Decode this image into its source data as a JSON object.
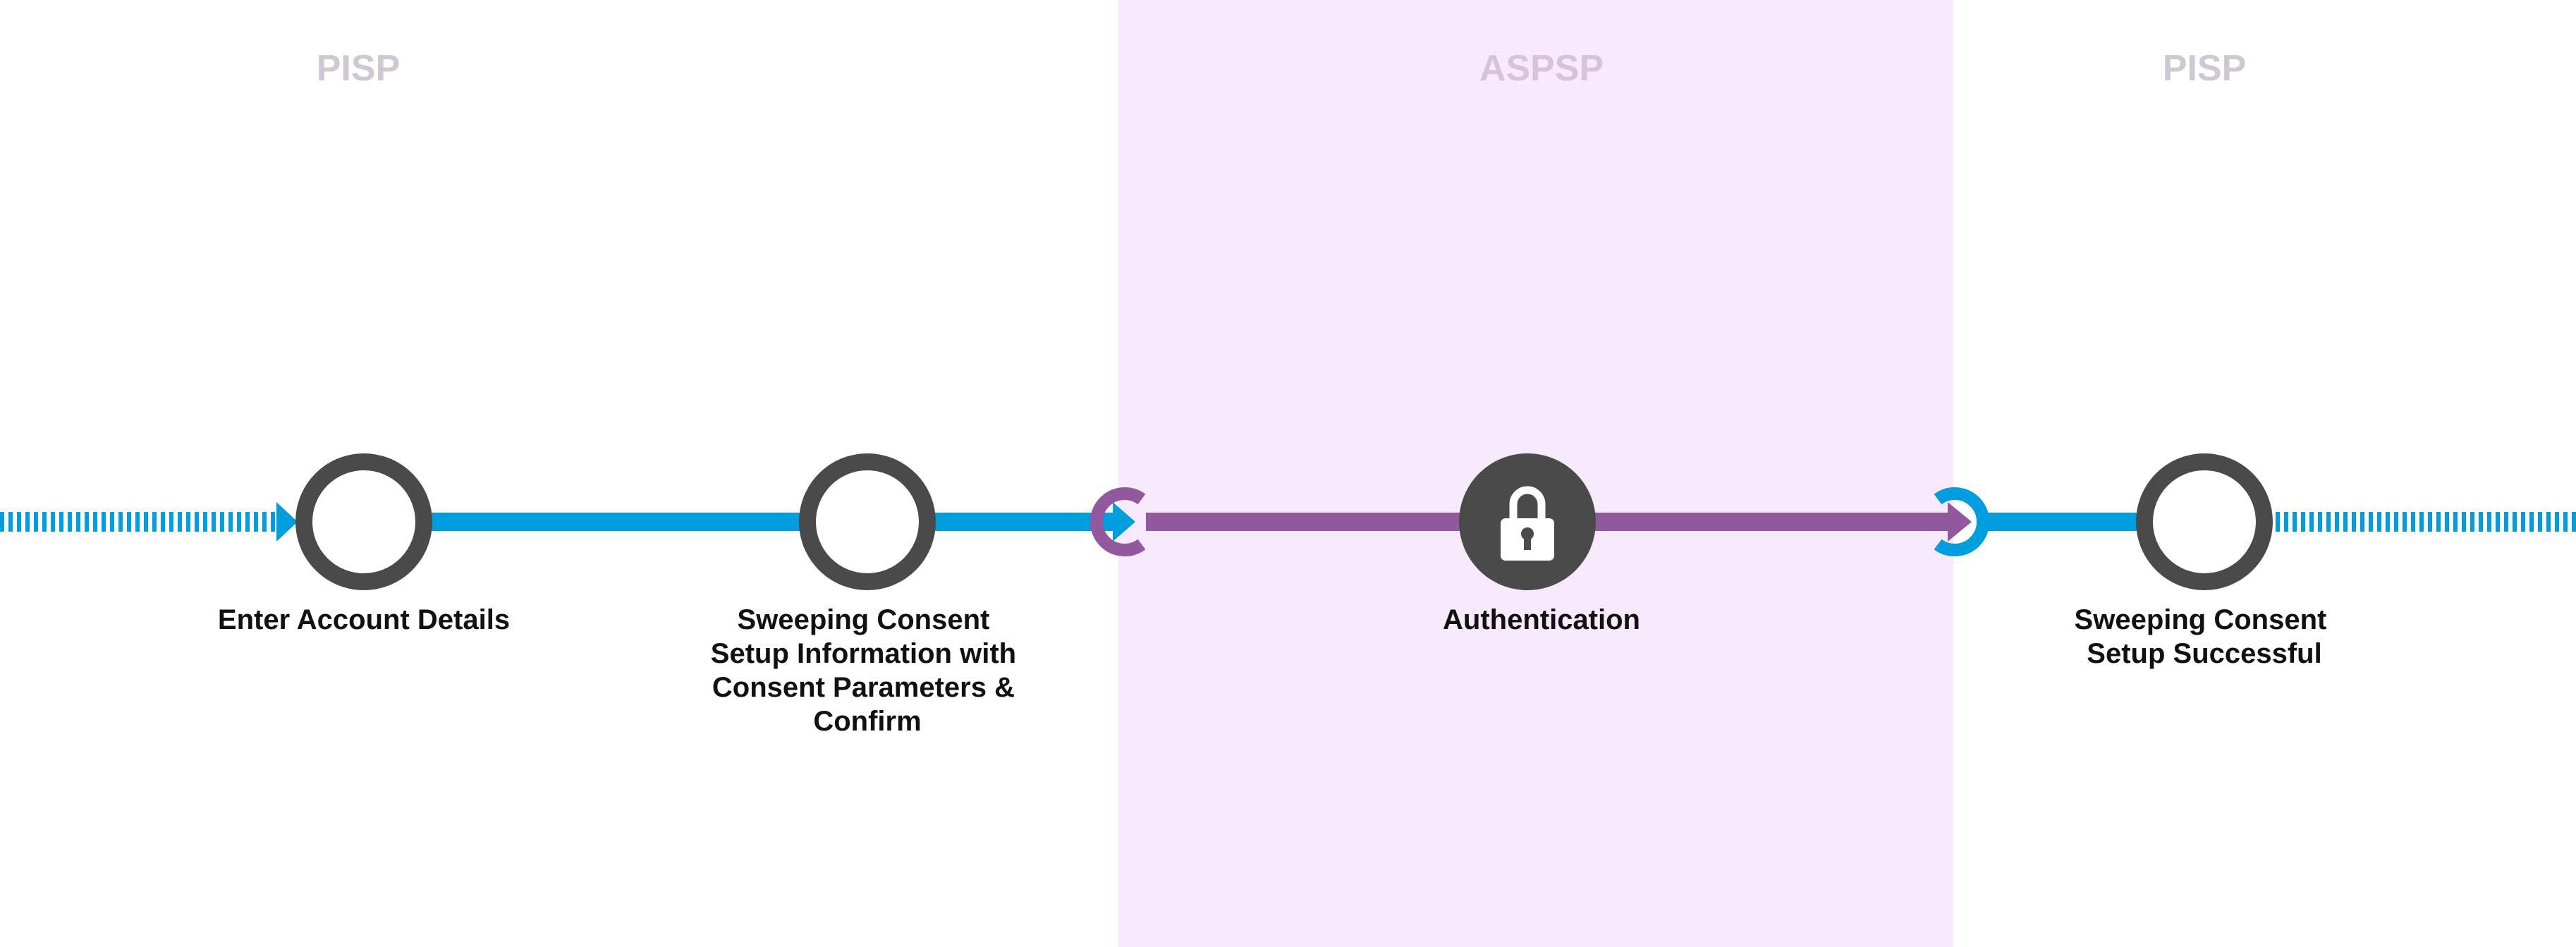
{
  "colors": {
    "pisp_line": "#009ddf",
    "aspsp_line": "#93599e",
    "aspsp_bg": "#f9e9fc",
    "node": "#4a4a4a",
    "zone_title_pisp": "#cfc8d3",
    "zone_title_aspsp": "#d6c3dc",
    "label": "#111111"
  },
  "zones": [
    {
      "title": "PISP"
    },
    {
      "title": "ASPSP"
    },
    {
      "title": "PISP"
    }
  ],
  "steps": [
    {
      "label_lines": [
        "Enter Account Details"
      ],
      "icon": "empty-circle"
    },
    {
      "label_lines": [
        "Sweeping Consent",
        "Setup Information with",
        "Consent Parameters &",
        "Confirm"
      ],
      "icon": "empty-circle"
    },
    {
      "label_lines": [
        "Authentication"
      ],
      "icon": "lock-icon"
    },
    {
      "label_lines": [
        "Sweeping Consent",
        "Setup Successful"
      ],
      "icon": "empty-circle"
    }
  ]
}
